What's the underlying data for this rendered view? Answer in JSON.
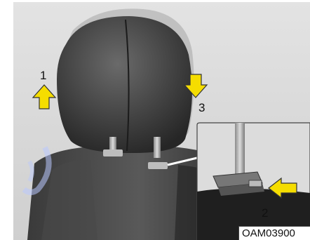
{
  "illustration": {
    "step_labels": [
      "1",
      "2",
      "3"
    ],
    "figure_code": "OAM03900"
  },
  "colors": {
    "arrow_fill": "#f5dd00",
    "arrow_stroke": "#333333",
    "background": "#d9d9d9",
    "seat_dark": "#2f2f2f"
  }
}
